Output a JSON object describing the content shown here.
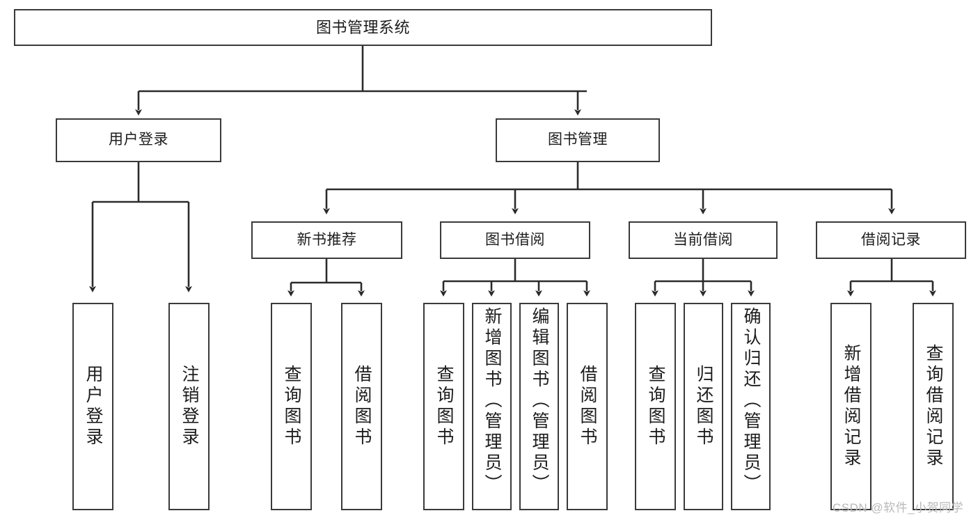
{
  "diagram": {
    "title": "图书管理系统",
    "type": "tree-hierarchy",
    "root": {
      "label": "图书管理系统"
    },
    "level2": [
      {
        "label": "用户登录"
      },
      {
        "label": "图书管理"
      }
    ],
    "level3": [
      {
        "label": "新书推荐"
      },
      {
        "label": "图书借阅"
      },
      {
        "label": "当前借阅"
      },
      {
        "label": "借阅记录"
      }
    ],
    "leaves": {
      "user_login": [
        {
          "label": "用户登录"
        },
        {
          "label": "注销登录"
        }
      ],
      "new_book_recommend": [
        {
          "label": "查询图书"
        },
        {
          "label": "借阅图书"
        }
      ],
      "book_borrow": [
        {
          "label": "查询图书"
        },
        {
          "label": "新增图书（管理员）"
        },
        {
          "label": "编辑图书（管理员）"
        },
        {
          "label": "借阅图书"
        }
      ],
      "current_borrow": [
        {
          "label": "查询图书"
        },
        {
          "label": "归还图书"
        },
        {
          "label": "确认归还（管理员）"
        }
      ],
      "borrow_record": [
        {
          "label": "新增借阅记录"
        },
        {
          "label": "查询借阅记录"
        }
      ]
    }
  },
  "watermark": {
    "text": "CSDN @软件_小贺同学"
  },
  "colors": {
    "box_border": "#3a3a3a",
    "box_fill": "#ffffff",
    "connector": "#2b2b2b",
    "text": "#1c1c1c",
    "watermark": "#b9b9b9"
  }
}
